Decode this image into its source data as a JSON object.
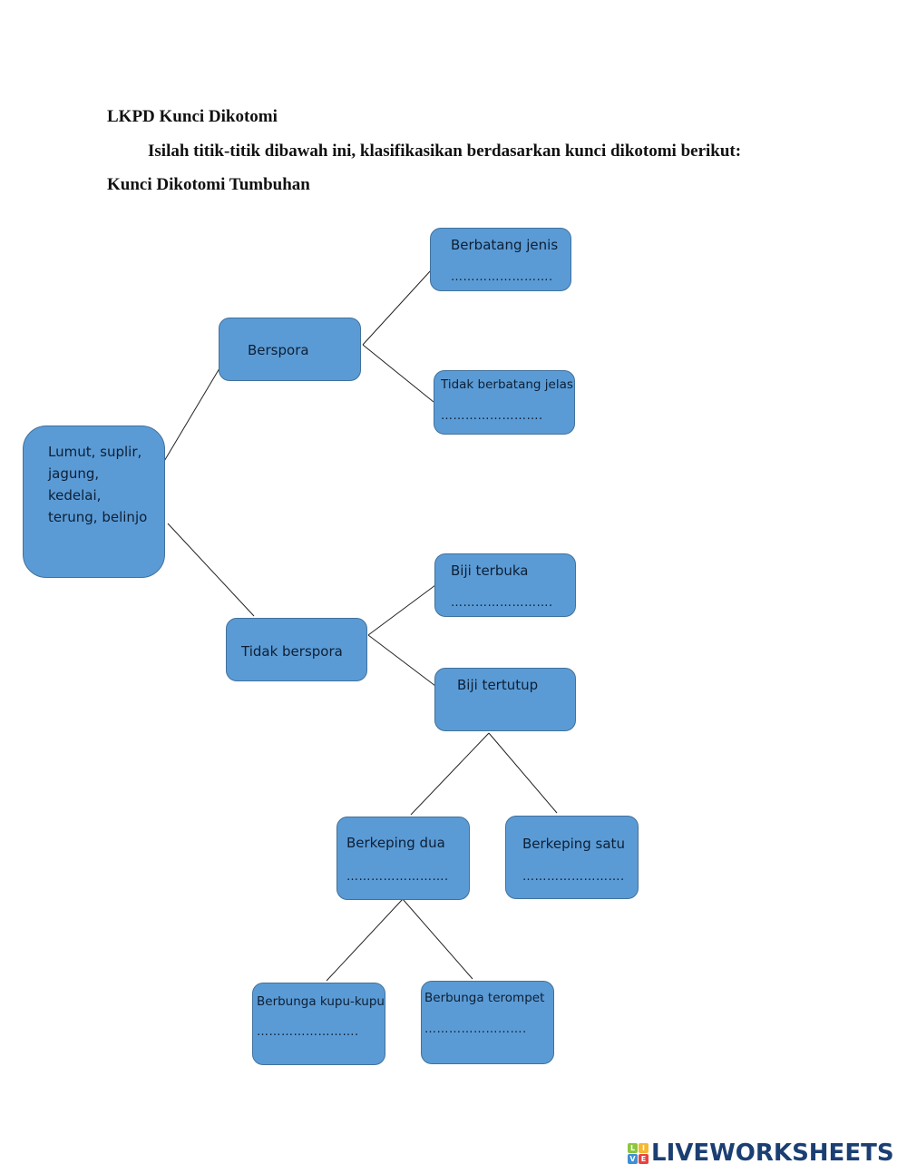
{
  "header": {
    "title": "LKPD Kunci Dikotomi",
    "instruction": "Isilah titik-titik dibawah ini, klasifikasikan berdasarkan kunci dikotomi berikut:",
    "subtitle": "Kunci Dikotomi Tumbuhan"
  },
  "diagram": {
    "root": {
      "label": "Lumut, suplir,\njagung,\nkedelai,\nterung, belinjo"
    },
    "berspora": {
      "label": "Berspora"
    },
    "berbatang_jenis": {
      "label": "Berbatang jenis",
      "blank": "……………………."
    },
    "tidak_berbatang_jelas": {
      "label": "Tidak berbatang jelas",
      "blank": "……………………."
    },
    "tidak_berspora": {
      "label": "Tidak berspora"
    },
    "biji_terbuka": {
      "label": "Biji terbuka",
      "blank": "……………………."
    },
    "biji_tertutup": {
      "label": "Biji tertutup"
    },
    "berkeping_dua": {
      "label": "Berkeping dua",
      "blank": "……………………."
    },
    "berkeping_satu": {
      "label": "Berkeping satu",
      "blank": "……………………."
    },
    "berbunga_kupu": {
      "label": "Berbunga kupu-kupu",
      "blank": "……………………."
    },
    "berbunga_terompet": {
      "label": "Berbunga terompet",
      "blank": "……………………."
    }
  },
  "colors": {
    "box_fill": "#5b9bd5",
    "box_border": "#41719c",
    "text": "#0d1f35",
    "logo": "#1b3f73"
  },
  "footer": {
    "logo_letters": [
      "L",
      "I",
      "V",
      "E"
    ],
    "logo_text": "LIVEWORKSHEETS"
  }
}
